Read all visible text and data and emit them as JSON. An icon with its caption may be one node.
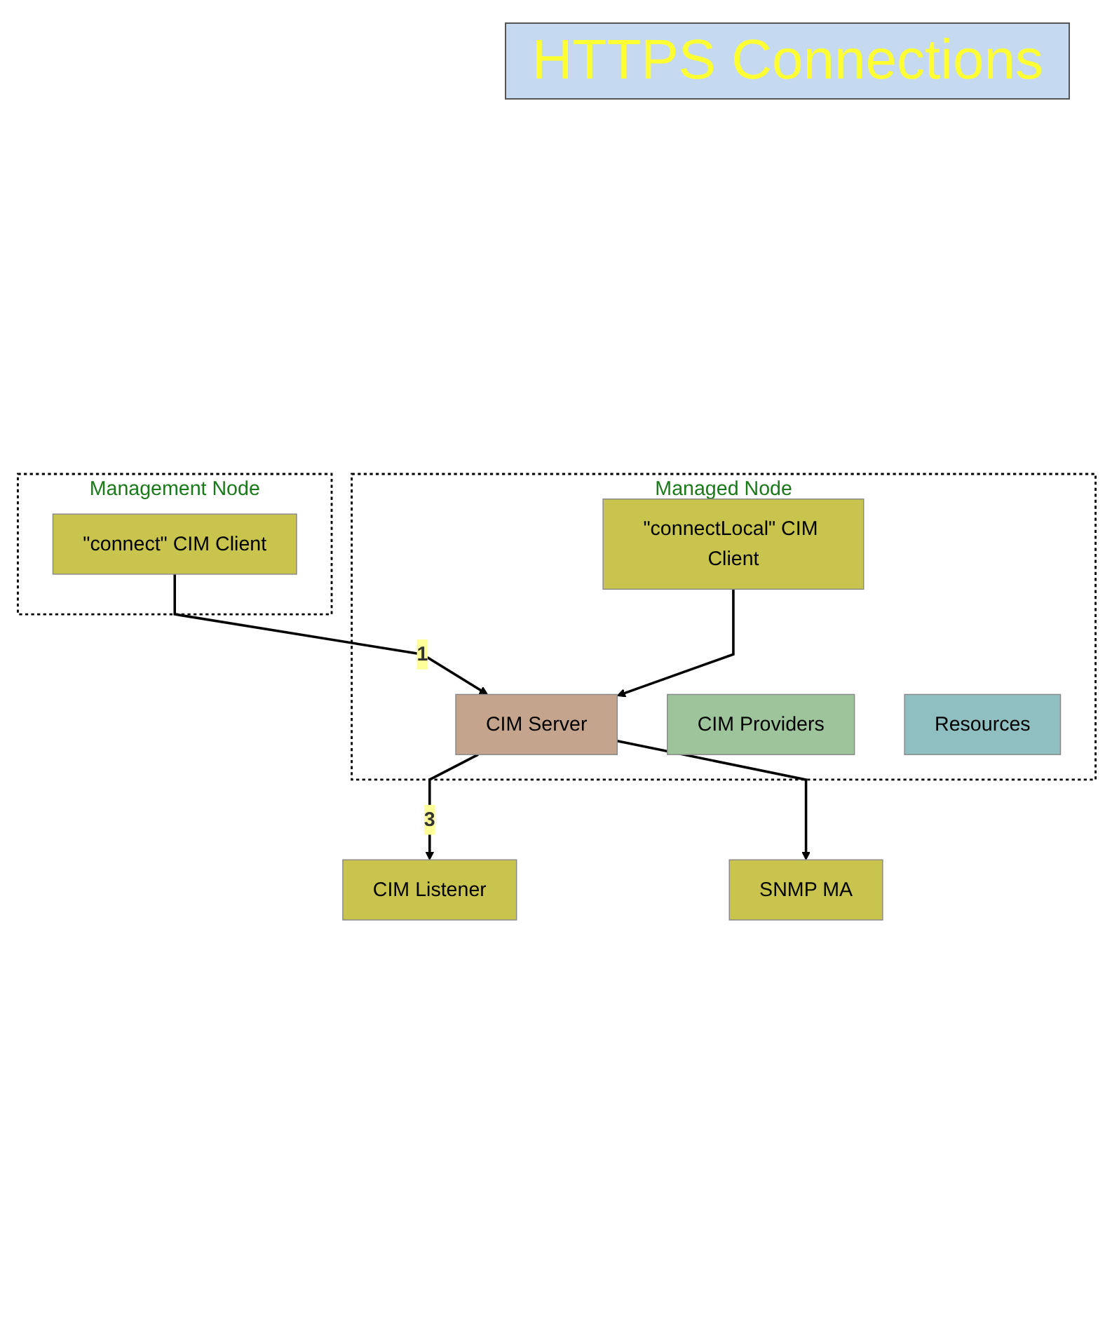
{
  "diagram": {
    "title": "HTTPS Connections",
    "nodes": [
      {
        "text": [
          "Management Node"
        ]
      },
      {
        "text": [
          "\"connect\" CIM Client"
        ],
        "in": 0
      },
      {
        "text": [
          "Managed Node"
        ]
      },
      {
        "text": [
          "\"connectLocal\" CIM Client"
        ],
        "in": 2
      },
      {
        "text": [
          "CIM Server"
        ],
        "in": 2
      },
      {
        "text": [
          "CIM Providers"
        ],
        "in": 2
      },
      {
        "text": [
          "Resources"
        ],
        "in": 2
      },
      {
        "text": [
          "CIM Listener"
        ]
      },
      {
        "text": [
          "SNMP MA"
        ]
      }
    ],
    "edges": [
      {
        "from": 1,
        "to": 4,
        "arrow": "to",
        "label": "1"
      },
      {
        "from": 3,
        "to": 4,
        "arrow": "to"
      },
      {
        "from": 4,
        "to": 7,
        "arrow": "to",
        "label": "3"
      },
      {
        "from": 4,
        "to": 8,
        "arrow": "to"
      }
    ]
  }
}
